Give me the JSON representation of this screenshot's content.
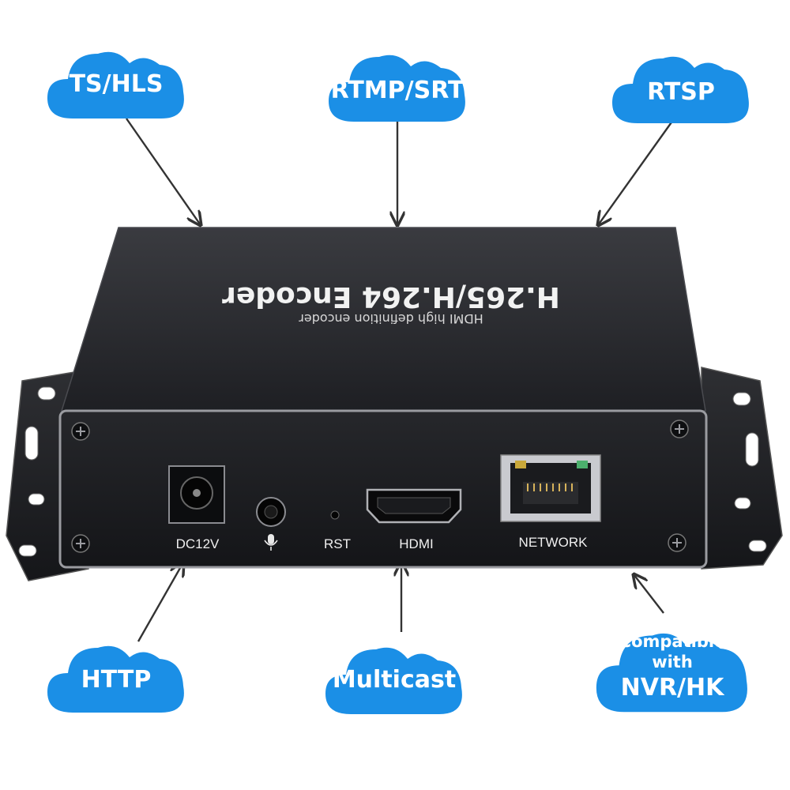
{
  "clouds": {
    "ts_hls": "TS/HLS",
    "rtmp_srt": "RTMP/SRT",
    "rtsp": "RTSP",
    "http": "HTTP",
    "multicast": "Multicast",
    "compatible_line1": "Compatible",
    "compatible_line2": "with",
    "compatible_line3": "NVR/HK"
  },
  "device": {
    "title": "H.265/H.264 Encoder",
    "subtitle": "HDMI high definition encoder",
    "ports": {
      "dc": "DC12V",
      "rst": "RST",
      "hdmi": "HDMI",
      "network": "NETWORK"
    }
  },
  "colors": {
    "cloud": "#1b8fe6",
    "device_body": "#1c1d21",
    "device_top": "#2a2b30",
    "bracket": "#222326"
  },
  "icons": {
    "mic": "microphone-icon",
    "screw": "screw-icon"
  }
}
